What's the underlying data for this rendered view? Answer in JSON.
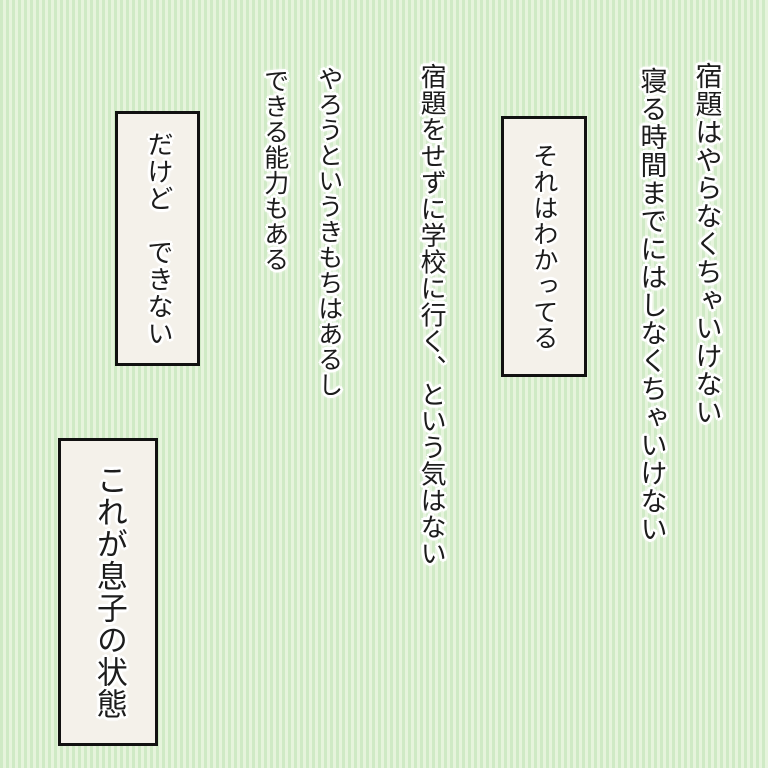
{
  "background": {
    "stripe_dark": "#cfeac5",
    "stripe_light": "#e6f4dc"
  },
  "colors": {
    "text": "#1c1c1c",
    "text_halo": "#ffffff",
    "box_background": "#f4f1ea",
    "box_border": "#111111"
  },
  "columns": [
    {
      "id": "homework-must",
      "text": "宿題はやらなくちゃいけない"
    },
    {
      "id": "before-bedtime",
      "text": "寝る時間までにはしなくちゃいけない"
    },
    {
      "id": "no-intent",
      "text": "宿題をせずに学校に行く、という気はない"
    },
    {
      "id": "motivation",
      "text": "やろうというきもちはあるし"
    },
    {
      "id": "ability",
      "text": "できる能力もある"
    }
  ],
  "boxes": [
    {
      "id": "sore",
      "text": "それはわかってる"
    },
    {
      "id": "dakedo",
      "text": "だけど　できない"
    },
    {
      "id": "korega",
      "text": "これが息子の状態"
    }
  ]
}
